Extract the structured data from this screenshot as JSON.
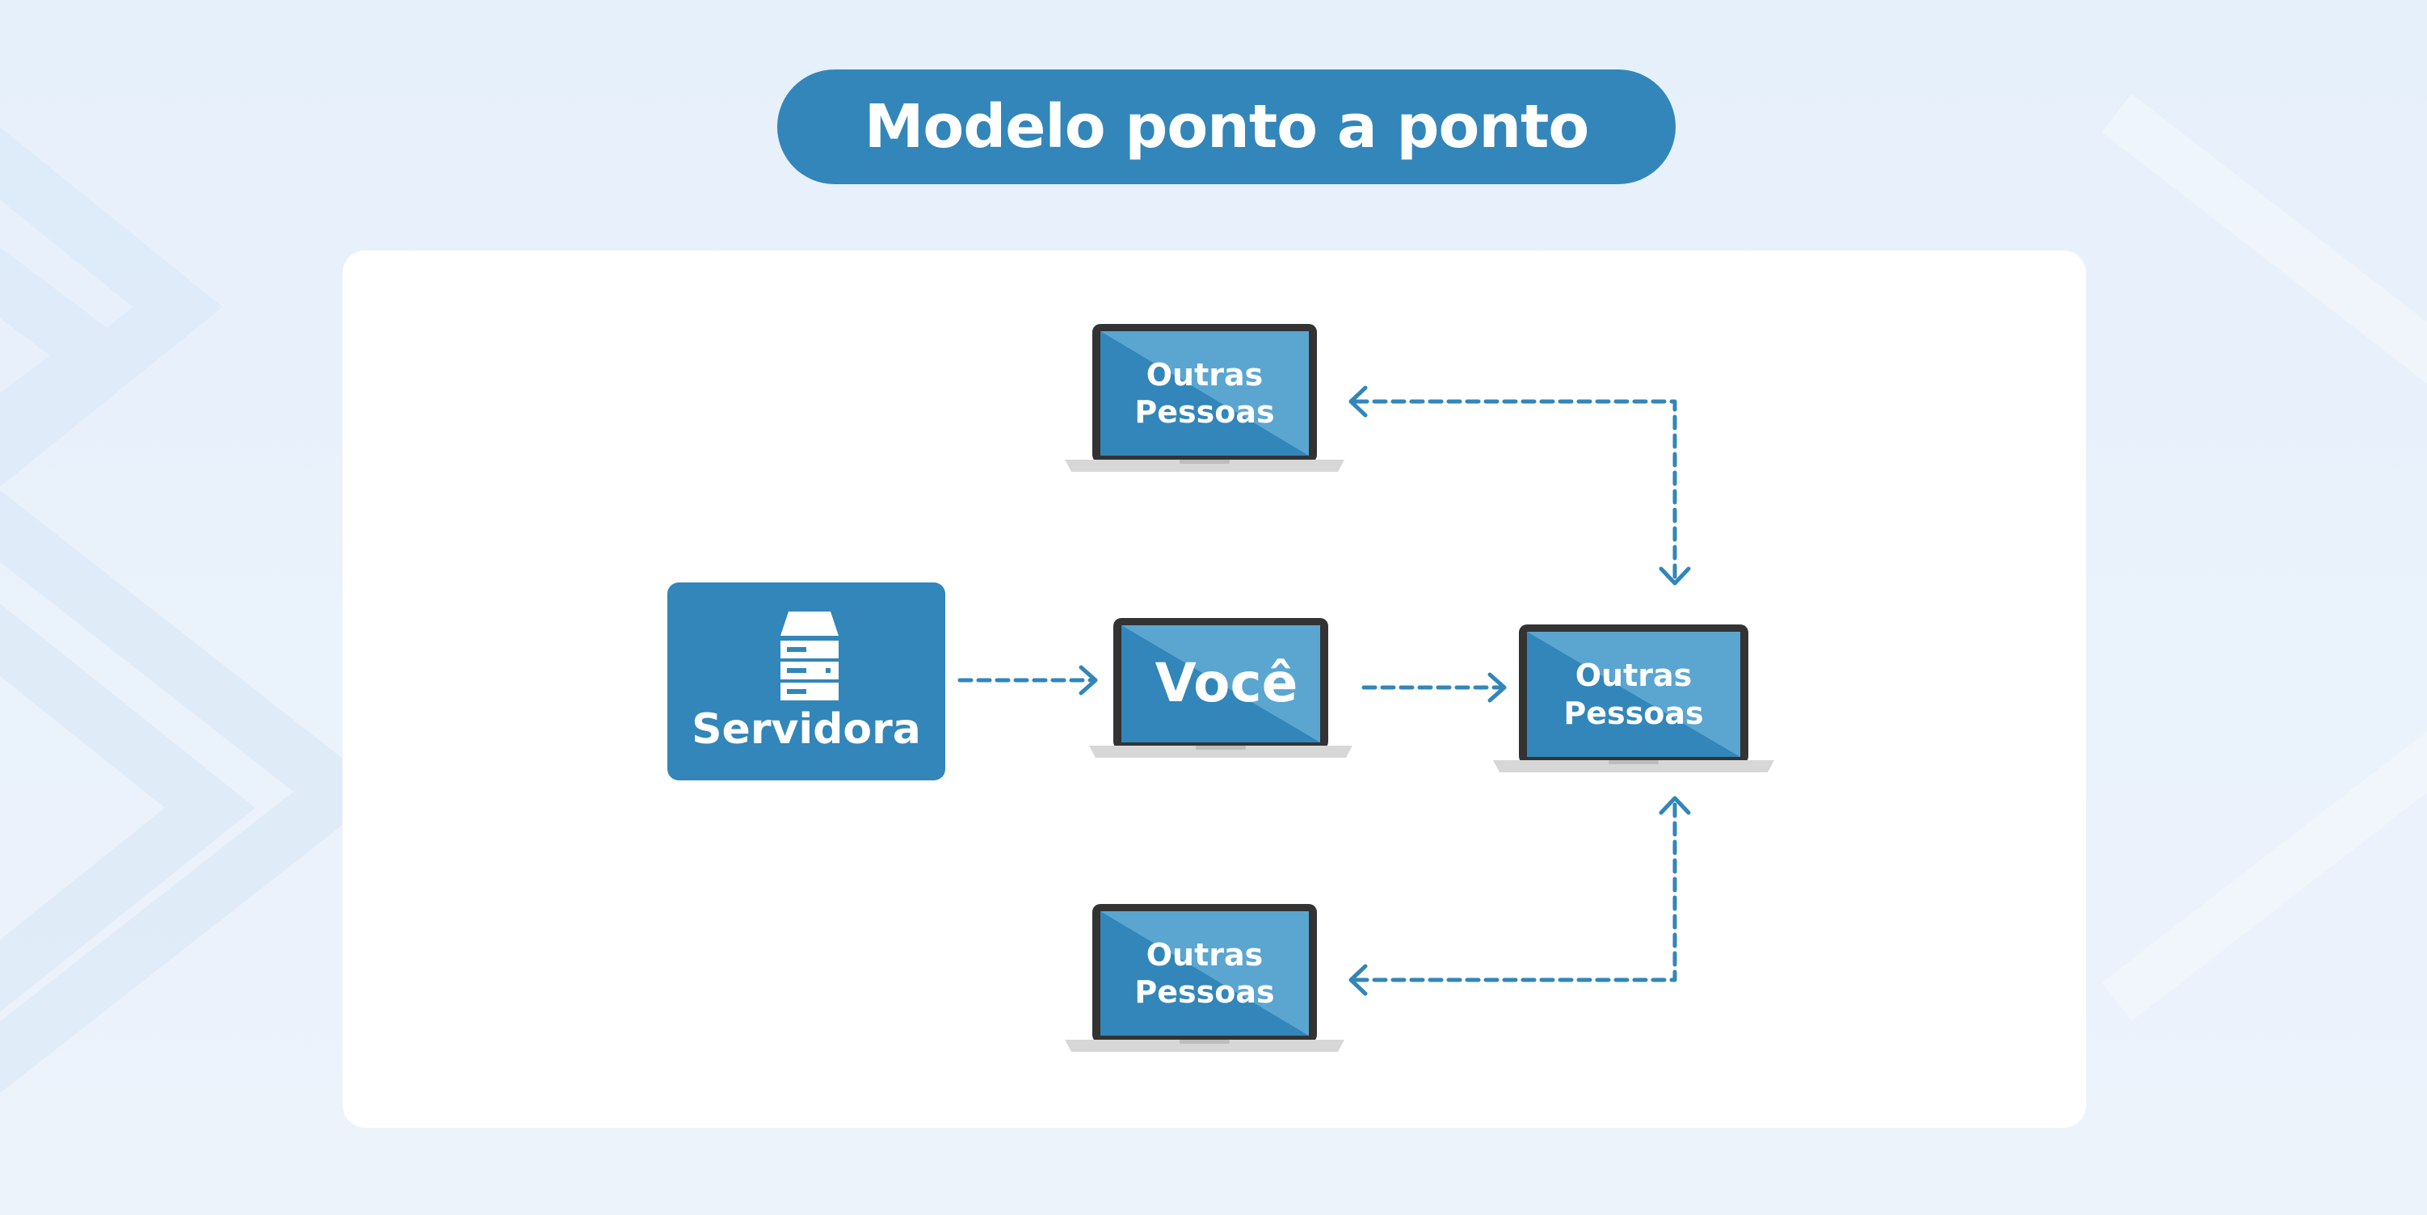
{
  "title": "Modelo ponto a ponto",
  "colors": {
    "accent": "#3286b9",
    "screen_light": "#5aa6d1",
    "laptop_frame": "#333333",
    "laptop_base": "#d7d7d7",
    "arrow": "#3286b9",
    "card": "#ffffff",
    "background": "#e8f1fb"
  },
  "server": {
    "label": "Servidora",
    "icon": "server-icon"
  },
  "you": {
    "label": "Você"
  },
  "peers": {
    "top": [
      "Outras",
      "Pessoas"
    ],
    "right": [
      "Outras",
      "Pessoas"
    ],
    "bottom": [
      "Outras",
      "Pessoas"
    ]
  }
}
